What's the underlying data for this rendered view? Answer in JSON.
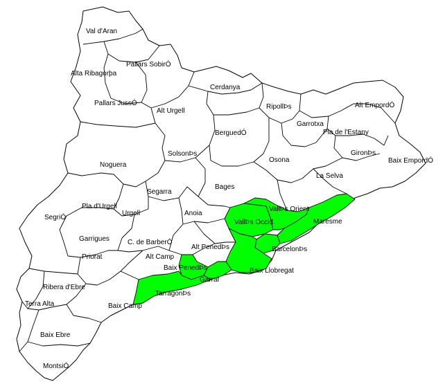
{
  "map": {
    "highlight_color": "#00ff00",
    "border_color": "#000000",
    "background_color": "#ffffff",
    "highlighted": [
      "Vallès Occid.",
      "Vallès Orient",
      "Maresme",
      "Barcelonès",
      "Baix Llobregat",
      "Garraf",
      "Baix Penedès",
      "Tarragonès"
    ],
    "labels": {
      "val_daran": "Val d'Aran",
      "pallars_sobira": "Pallars SobirÓ",
      "alta_ribagorca": "Alta Ribagorþa",
      "cerdanya": "Cerdanya",
      "pallars_jussa": "Pallars JussÓ",
      "alt_urgell": "Alt Urgell",
      "ripolles": "RipollÞs",
      "alt_emporda": "Alt EmpordÓ",
      "garrotxa": "Garrotxa",
      "pla_estany": "Pla de l'Estany",
      "bergueda": "BerguedÓ",
      "girones": "GironÞs",
      "baix_emporda": "Baix EmpordÓ",
      "solsones": "SolsonÞs",
      "osona": "Osona",
      "noguera": "Noguera",
      "la_selva": "La Selva",
      "segarra": "Segarra",
      "bages": "Bages",
      "pla_urgell": "Pla d'Urgell",
      "valles_orient": "VallÞs Orient",
      "urgell": "Urgell",
      "segria": "SegriÓ",
      "anoia": "Anoia",
      "valles_occid": "VallÞs Occid.",
      "maresme": "Maresme",
      "garrigues": "Garrigues",
      "conca_barbera": "C. de BarberÓ",
      "alt_penedes": "Alt PenedÞs",
      "barcelones": "BarcelonÞs",
      "alt_camp": "Alt Camp",
      "priorat": "Priorat",
      "baix_penedes": "Baix PenedÞs",
      "baix_llobregat": "Baix Llobregat",
      "ribera_ebre": "Ribera d'Ebre",
      "garraf": "Garraf",
      "tarragones": "TarragonÞs",
      "terra_alta": "Terra Alta",
      "baix_camp": "Baix Camp",
      "baix_ebre": "Baix Ebre",
      "montsia": "MontsiÓ"
    }
  }
}
